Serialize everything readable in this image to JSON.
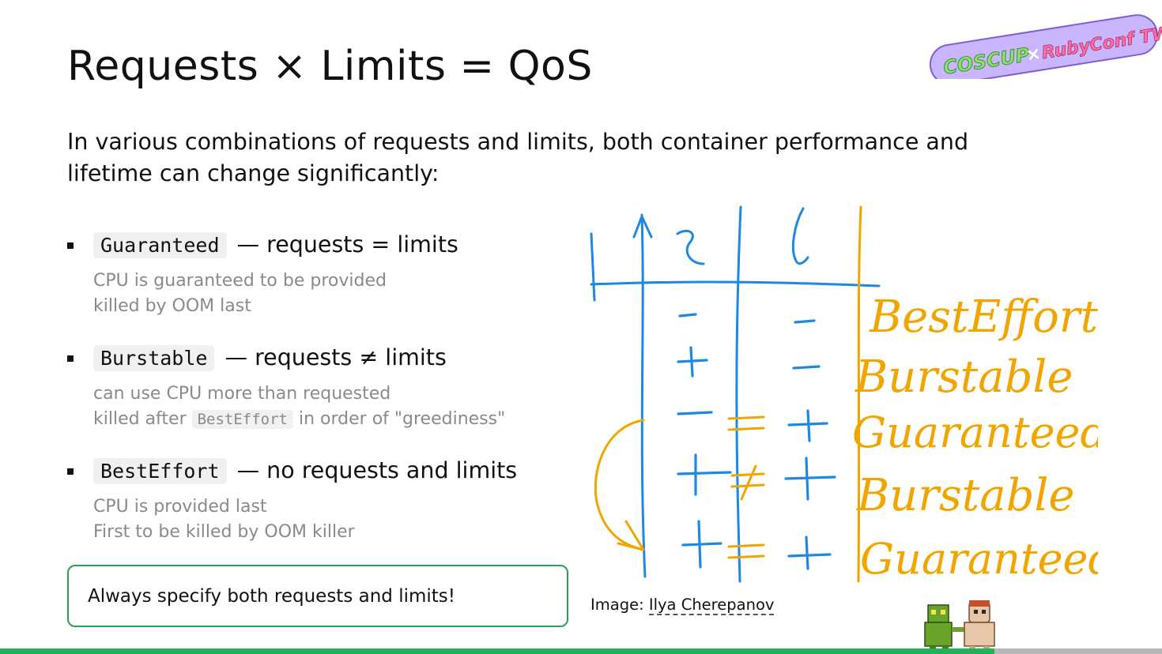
{
  "title": "Requests × Limits = QoS",
  "intro": "In various combinations of requests and limits, both container performance and lifetime can change significantly:",
  "items": [
    {
      "code": "Guaranteed",
      "rest": " — requests = limits",
      "line1": "CPU is guaranteed to be provided",
      "line2": "killed by OOM last"
    },
    {
      "code": "Burstable",
      "rest": " — requests ≠ limits",
      "line1": "can use CPU more than requested",
      "line2_before": "killed after ",
      "line2_code": "BestEffort",
      "line2_after": " in order of \"greediness\""
    },
    {
      "code": "BestEffort",
      "rest": " — no requests and limits",
      "line1": "CPU is provided last",
      "line2": "First to be killed by OOM killer"
    }
  ],
  "callout": "Always specify both requests and limits!",
  "credit": {
    "prefix": "Image: ",
    "author": "Ilya Cherepanov"
  },
  "sketch": {
    "header_r": "r",
    "header_l": "l",
    "labels": [
      "BestEffort",
      "Burstable",
      "Guaranteed",
      "Burstable",
      "Guaranteed"
    ],
    "ink_blue": "#1e88e5",
    "ink_orange": "#f0a500"
  },
  "logo": {
    "left": "COSCUP",
    "cross": "×",
    "right": "RubyConf TW"
  },
  "colors": {
    "accent_green": "#21b25a",
    "callout_border": "#2aa152",
    "muted_text": "#8a8a8a"
  }
}
